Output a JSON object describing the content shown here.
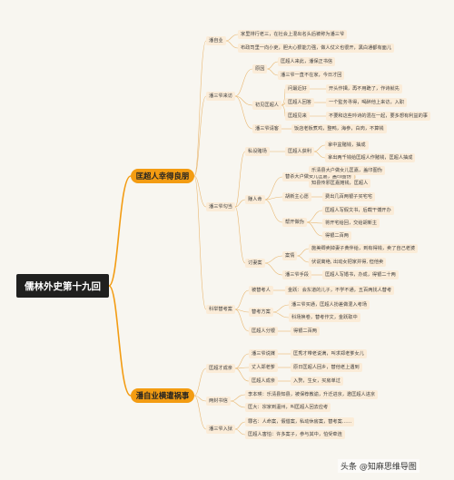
{
  "title": "儒林外史第十九回",
  "branches": [
    {
      "label": "匡超人幸得良朋",
      "children": [
        {
          "label": "潘自业",
          "children": [
            {
              "label": "家里排行老三，在社会上混出名头后被称为潘三爷"
            },
            {
              "label": "布政司里一向小吏，胆大心狠能力强，做人仗义也很开，黑白通都有面儿"
            }
          ]
        },
        {
          "label": "潘三爷来访",
          "children": [
            {
              "label": "原因",
              "children": [
                {
                  "label": "匡超人来此，潘保正书信"
                },
                {
                  "label": "潘三爷一直不在家，今日才回"
                }
              ]
            },
            {
              "label": "初见匡超人",
              "children": [
                {
                  "label": "问最近好",
                  "children": [
                    {
                      "label": "开头作揖，再不用跪了，作诗就先"
                    }
                  ]
                },
                {
                  "label": "匡超人回答",
                  "children": [
                    {
                      "label": "一个監务寻得，喝醉他上来访，入职"
                    }
                  ]
                },
                {
                  "label": "匡超见来",
                  "children": [
                    {
                      "label": "不要和这些吟诗的混在一起，要多想有利益的事"
                    }
                  ]
                }
              ]
            },
            {
              "label": "潘三爷请客",
              "children": [
                {
                  "label": "饭店老板煮鸡，整鸭，海参，白肉，不算钱"
                }
              ]
            }
          ]
        },
        {
          "label": "潘三爷勾当",
          "children": [
            {
              "label": "私设赌场",
              "children": [
                {
                  "label": "匡超人获利",
                  "children": [
                    {
                      "label": "拿中盆赌钱，抽成"
                    },
                    {
                      "label": "拿出两千钱给匡超人作赌钱，匡超人抽成"
                    }
                  ]
                }
              ]
            },
            {
              "label": "赚人命",
              "children": [
                {
                  "label": "替杀大户做女儿匡嘉，盖印图伪",
                  "children": [
                    {
                      "label": "乐清县大户做女儿匡嘉，盖印图伪"
                    },
                    {
                      "label": "知县传邪匡嘉摊钱，匡超人"
                    }
                  ]
                },
                {
                  "label": "胡新主心愿",
                  "children": [
                    {
                      "label": "费出几百两银子买宅宅"
                    }
                  ]
                },
                {
                  "label": "帮开做伪",
                  "children": [
                    {
                      "label": "匡超人写假文书，后截干傅开办"
                    },
                    {
                      "label": "将开宅给回，交给胡新主"
                    },
                    {
                      "label": "得银二百两"
                    }
                  ]
                }
              ]
            },
            {
              "label": "讨妻案",
              "children": [
                {
                  "label": "案情",
                  "children": [
                    {
                      "label": "施美卿卖掉妻子黄伴给，到有得钱，卖了自己老婆"
                    },
                    {
                      "label": "伏说离绝, 出动女把家并得, 但他卖"
                    }
                  ]
                },
                {
                  "label": "潘三爷手段",
                  "children": [
                    {
                      "label": "匡超人写婚书，办成，得银二十两"
                    }
                  ]
                }
              ]
            }
          ]
        },
        {
          "label": "科举替考案",
          "children": [
            {
              "label": "被替考人",
              "children": [
                {
                  "label": "金跃：会东道的儿子，不学不通，五百两找人替考"
                }
              ]
            },
            {
              "label": "替考方案",
              "children": [
                {
                  "label": "潘三爷买通，匡超人扮差做混入考场"
                },
                {
                  "label": "科场换卷，替考作文，金跃取中"
                }
              ]
            },
            {
              "label": "匡超人分银",
              "children": [
                {
                  "label": "得银二百两"
                }
              ]
            }
          ]
        }
      ]
    },
    {
      "label": "潘自业横遭祸事",
      "children": [
        {
          "label": "匡超才成亲",
          "children": [
            {
              "label": "潘三爷说媒",
              "children": [
                {
                  "label": "匡秀才带老说满，叫求郑老爹女儿"
                }
              ]
            },
            {
              "label": "丈人郑老爹",
              "children": [
                {
                  "label": "原日匡超人回乡，替他老上遇到"
                }
              ]
            },
            {
              "label": "匡超人成亲",
              "children": [
                {
                  "label": "入赘，生女，买房单过"
                }
              ]
            }
          ]
        },
        {
          "label": "两封书信",
          "children": [
            {
              "label": "李本瑛：乐清县知县，被保荐教谕，升迁进京，邀匡超人进京"
            },
            {
              "label": "匡大：宗家到温州，叫匡超人回去应考"
            }
          ]
        },
        {
          "label": "潘三爷入狱",
          "children": [
            {
              "label": "罪名：人命案，假借案，私动休房案，替考案……"
            },
            {
              "label": "匡超人害怕：许多案子，参与其中，怕受牵连"
            }
          ]
        }
      ]
    }
  ],
  "watermark": "头条 @知麻思维导图"
}
